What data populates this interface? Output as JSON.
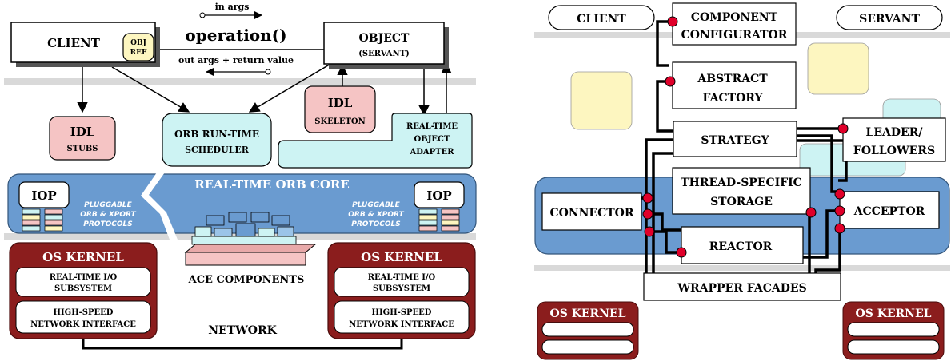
{
  "left": {
    "client": "CLIENT",
    "obj_ref": [
      "OBJ",
      "REF"
    ],
    "in_args": "in args",
    "operation": "operation()",
    "out_args": "out args + return value",
    "object": "OBJECT",
    "servant": "(SERVANT)",
    "idl_stubs": [
      "IDL",
      "STUBS"
    ],
    "orb_scheduler": [
      "ORB RUN-TIME",
      "SCHEDULER"
    ],
    "idl_skeleton": [
      "IDL",
      "SKELETON"
    ],
    "rt_adapter": [
      "REAL-TIME",
      "OBJECT",
      "ADAPTER"
    ],
    "orb_core": "REAL-TIME ORB CORE",
    "iop": "IOP",
    "pluggable": [
      "PLUGGABLE",
      "ORB & XPORT",
      "PROTOCOLS"
    ],
    "os_kernel": "OS KERNEL",
    "io_subsystem": [
      "REAL-TIME I/O",
      "SUBSYSTEM"
    ],
    "net_interface": [
      "HIGH-SPEED",
      "NETWORK INTERFACE"
    ],
    "ace": "ACE COMPONENTS",
    "network": "NETWORK"
  },
  "right": {
    "client": "CLIENT",
    "servant": "SERVANT",
    "component_configurator": [
      "COMPONENT",
      "CONFIGURATOR"
    ],
    "abstract_factory": [
      "ABSTRACT",
      "FACTORY"
    ],
    "strategy": "STRATEGY",
    "leader_followers": [
      "LEADER/",
      "FOLLOWERS"
    ],
    "thread_specific_storage": [
      "THREAD-SPECIFIC",
      "STORAGE"
    ],
    "connector": "CONNECTOR",
    "acceptor": "ACCEPTOR",
    "reactor": "REACTOR",
    "wrapper_facades": "WRAPPER FACADES",
    "os_kernel": "OS KERNEL"
  },
  "colors": {
    "blue_band": "#6a9bd0",
    "dark_red": "#8b1d1d",
    "pink": "#f5c4c4",
    "light_cyan": "#cdf3f3",
    "pale_yellow": "#fdf6c0",
    "red_dot": "#e0002a"
  }
}
